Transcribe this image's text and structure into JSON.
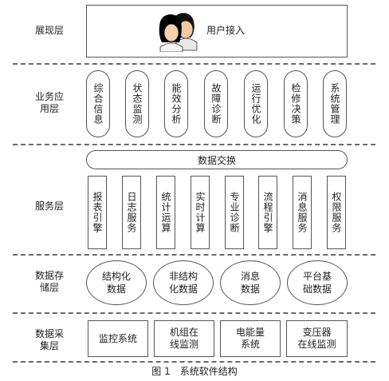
{
  "layers": {
    "presentation": "展现层",
    "business": "业务应\n用层",
    "service": "服务层",
    "storage": "数据存\n储层",
    "collection": "数据采\n集层"
  },
  "presentation": {
    "user_access": "用户接入"
  },
  "business_apps": [
    "综合信息",
    "状态监测",
    "能效分析",
    "故障诊断",
    "运行优化",
    "检修决策",
    "系统管理"
  ],
  "data_exchange": "数据交换",
  "services": [
    "报表引擎",
    "日志服务",
    "统计运算",
    "实时计算",
    "专业诊断",
    "流程引擎",
    "消息服务",
    "权限服务"
  ],
  "storage": [
    "结构化\n数据",
    "非结构\n化数据",
    "消息\n数据",
    "平台基\n础数据"
  ],
  "collection": [
    "监控系统",
    "机组在\n线监测",
    "电能量\n系统",
    "变压器\n在线监测"
  ],
  "caption": "图 1　系统软件结构"
}
